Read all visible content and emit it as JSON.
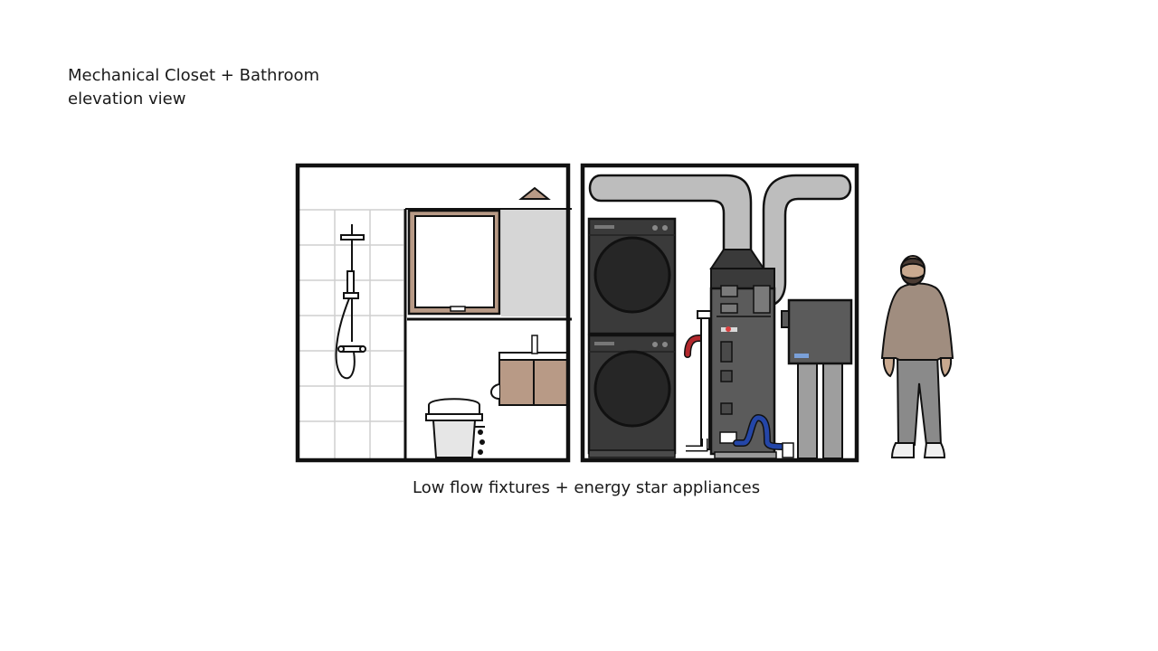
{
  "slide": {
    "title_line1": "Mechanical Closet + Bathroom",
    "title_line2": "elevation view",
    "caption": "Low flow fixtures + energy star appliances"
  },
  "colors": {
    "outline": "#111111",
    "wood": "#b89a86",
    "tile_grid": "#cfcfcf",
    "wall_grey": "#d6d6d6",
    "duct": "#bdbdbd",
    "appliance_dark": "#3a3a3a",
    "drum": "#262626",
    "hot_pipe": "#b3282d",
    "cold_pipe": "#2446a8",
    "sweater": "#a08d7f",
    "pants": "#8a8a8a",
    "skin": "#c9a98f",
    "hair": "#4a3b33"
  },
  "icons": [
    "shower-icon",
    "window-icon",
    "vanity-icon",
    "toilet-icon",
    "washer-icon",
    "dryer-icon",
    "water-heater-icon",
    "duct-icon",
    "electrical-panel-icon",
    "person-icon"
  ]
}
